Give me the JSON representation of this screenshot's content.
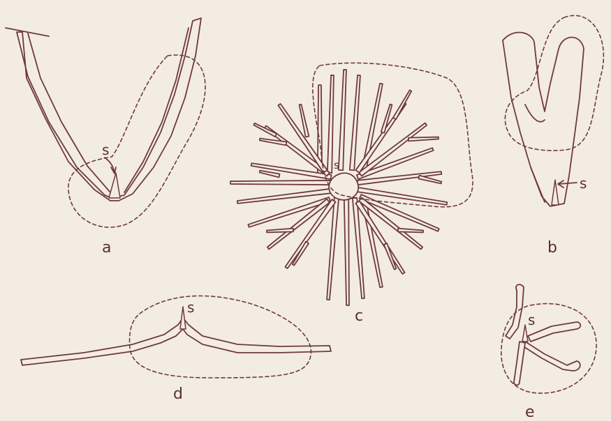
{
  "panels": [
    {
      "id": "a",
      "label": "a",
      "marker": "s"
    },
    {
      "id": "b",
      "label": "b",
      "marker": "s"
    },
    {
      "id": "c",
      "label": "c",
      "marker": "s"
    },
    {
      "id": "d",
      "label": "d",
      "marker": "s"
    },
    {
      "id": "e",
      "label": "e",
      "marker": "s"
    }
  ],
  "colors": {
    "ink": "#6e3a3c",
    "paper": "#f3ece3"
  }
}
